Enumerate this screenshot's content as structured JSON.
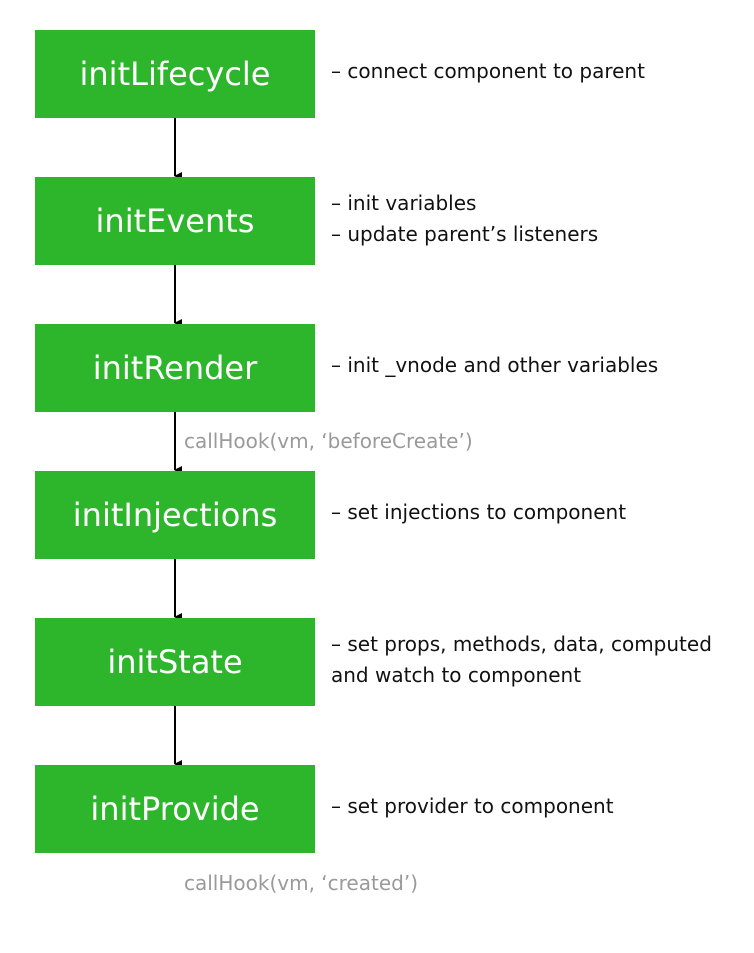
{
  "steps": [
    {
      "label": "initLifecycle",
      "description": [
        "– connect component to parent"
      ]
    },
    {
      "label": "initEvents",
      "description": [
        "– init variables",
        "– update parent’s listeners"
      ]
    },
    {
      "label": "initRender",
      "description": [
        "– init _vnode and other variables"
      ]
    },
    {
      "label": "initInjections",
      "description": [
        "– set injections to component"
      ]
    },
    {
      "label": "initState",
      "description": [
        "– set props, methods, data, computed",
        "and watch to component"
      ]
    },
    {
      "label": "initProvide",
      "description": [
        "– set provider to component"
      ]
    }
  ],
  "hooks": {
    "before_create": "callHook(vm, ‘beforeCreate’)",
    "created": "callHook(vm, ‘created’)"
  },
  "colors": {
    "box": "#2db52b",
    "box_text": "#ffffff",
    "description_text": "#111111",
    "hook_text": "#9a9a9a",
    "arrow": "#000000"
  }
}
